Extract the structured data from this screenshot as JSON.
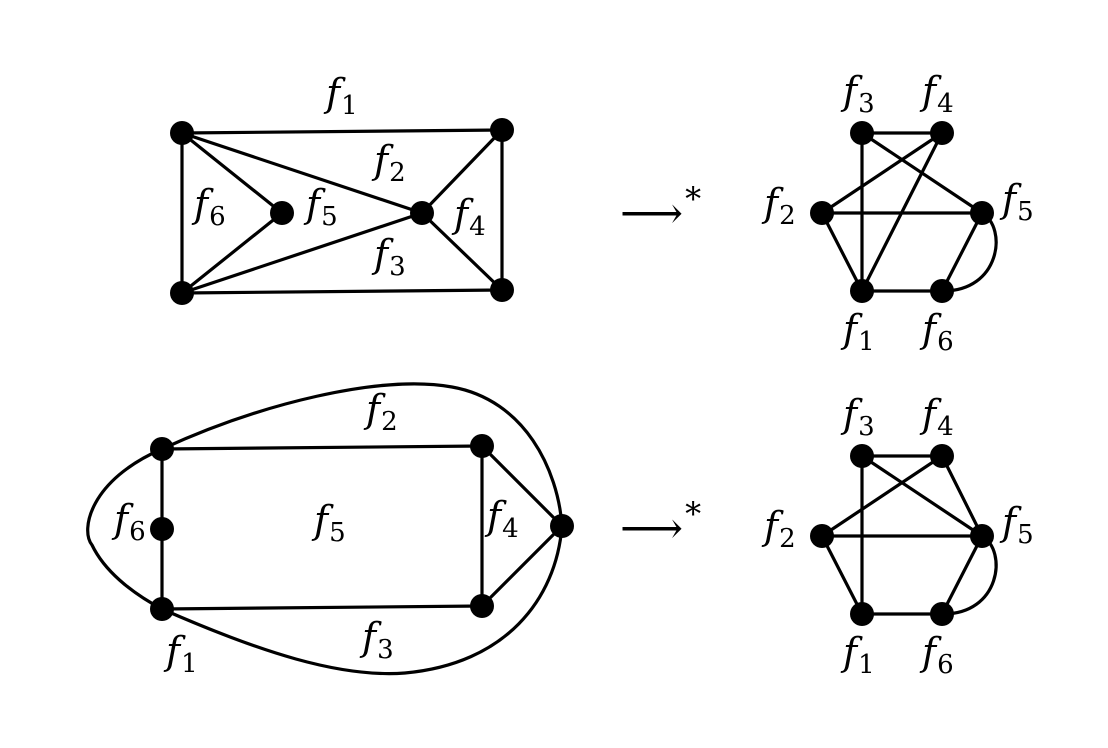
{
  "colors": {
    "ink": "#000000",
    "background": "#ffffff"
  },
  "arrow": {
    "symbol": "⟶",
    "star": "*"
  },
  "panels": [
    {
      "name": "top-left-graph",
      "labels": [
        {
          "id": "f1",
          "base": "f",
          "sub": "1"
        },
        {
          "id": "f2",
          "base": "f",
          "sub": "2"
        },
        {
          "id": "f3",
          "base": "f",
          "sub": "3"
        },
        {
          "id": "f4",
          "base": "f",
          "sub": "4"
        },
        {
          "id": "f5",
          "base": "f",
          "sub": "5"
        },
        {
          "id": "f6",
          "base": "f",
          "sub": "6"
        }
      ]
    },
    {
      "name": "top-right-graph",
      "labels": [
        {
          "id": "f3",
          "base": "f",
          "sub": "3"
        },
        {
          "id": "f4",
          "base": "f",
          "sub": "4"
        },
        {
          "id": "f2",
          "base": "f",
          "sub": "2"
        },
        {
          "id": "f5",
          "base": "f",
          "sub": "5"
        },
        {
          "id": "f1",
          "base": "f",
          "sub": "1"
        },
        {
          "id": "f6",
          "base": "f",
          "sub": "6"
        }
      ]
    },
    {
      "name": "bottom-left-graph",
      "labels": [
        {
          "id": "f2",
          "base": "f",
          "sub": "2"
        },
        {
          "id": "f6",
          "base": "f",
          "sub": "6"
        },
        {
          "id": "f5",
          "base": "f",
          "sub": "5"
        },
        {
          "id": "f4",
          "base": "f",
          "sub": "4"
        },
        {
          "id": "f1",
          "base": "f",
          "sub": "1"
        },
        {
          "id": "f3",
          "base": "f",
          "sub": "3"
        }
      ]
    },
    {
      "name": "bottom-right-graph",
      "labels": [
        {
          "id": "f3",
          "base": "f",
          "sub": "3"
        },
        {
          "id": "f4",
          "base": "f",
          "sub": "4"
        },
        {
          "id": "f2",
          "base": "f",
          "sub": "2"
        },
        {
          "id": "f5",
          "base": "f",
          "sub": "5"
        },
        {
          "id": "f1",
          "base": "f",
          "sub": "1"
        },
        {
          "id": "f6",
          "base": "f",
          "sub": "6"
        }
      ]
    }
  ]
}
